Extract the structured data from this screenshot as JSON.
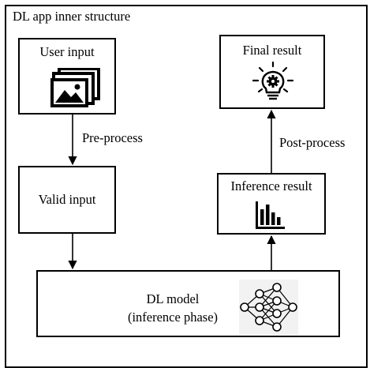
{
  "diagram": {
    "title": "DL app inner structure",
    "nodes": {
      "user_input": {
        "label": "User input",
        "icon": "image-gallery-icon"
      },
      "valid_input": {
        "label": "Valid input"
      },
      "dl_model": {
        "label_line1": "DL model",
        "label_line2": "(inference phase)",
        "icon": "neural-network-icon"
      },
      "inference_result": {
        "label": "Inference result",
        "icon": "bar-chart-icon"
      },
      "final_result": {
        "label": "Final result",
        "icon": "lightbulb-gear-icon"
      }
    },
    "edges": {
      "pre_process": "Pre-process",
      "post_process": "Post-process"
    }
  }
}
